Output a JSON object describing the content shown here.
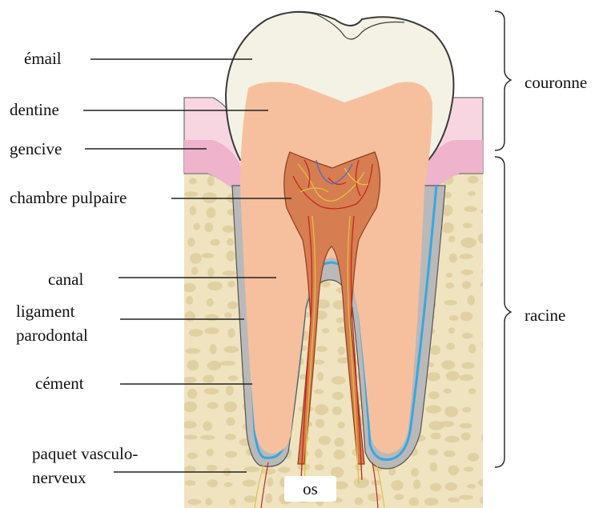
{
  "labels": {
    "email": "émail",
    "dentine": "dentine",
    "gencive": "gencive",
    "chambre": "chambre pulpaire",
    "canal": "canal",
    "ligament_l1": "ligament",
    "ligament_l2": "parodontal",
    "cement": "cément",
    "paquet_l1": "paquet vasculo-",
    "paquet_l2": "nerveux",
    "os": "os",
    "couronne": "couronne",
    "racine": "racine"
  },
  "colors": {
    "enamel": "#f4f2e4",
    "dentine": "#f6c09e",
    "gum": "#efb3cb",
    "gum_light": "#f7d6e2",
    "bone": "#efe3c0",
    "bone_cell": "#dccb98",
    "cementum": "#b9b9b9",
    "ligament_line": "#3aa6df",
    "pulp": "#d67d52",
    "nerve": "#e2c23a",
    "vessel_red": "#c8271b"
  }
}
